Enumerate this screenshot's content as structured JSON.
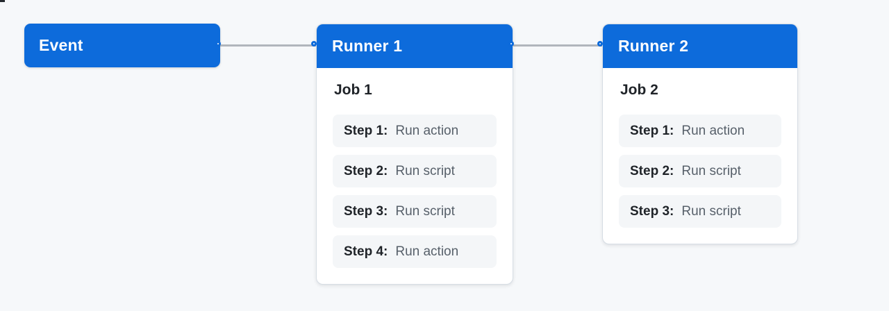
{
  "colors": {
    "accent_blue": "#0d6bdb",
    "connector_gray": "#b1b6bc",
    "page_bg": "#f6f8fa",
    "card_bg": "#ffffff",
    "card_border": "#d6dde4",
    "step_bg": "#f4f6f8",
    "title_text": "#1f2328",
    "step_value_text": "#57606a",
    "header_text": "#ffffff"
  },
  "diagram": {
    "event": {
      "title": "Event"
    },
    "runners": [
      {
        "title": "Runner 1",
        "job": "Job 1",
        "steps": [
          {
            "label": "Step 1:",
            "text": "Run action"
          },
          {
            "label": "Step 2:",
            "text": "Run script"
          },
          {
            "label": "Step 3:",
            "text": "Run script"
          },
          {
            "label": "Step 4:",
            "text": "Run action"
          }
        ]
      },
      {
        "title": "Runner 2",
        "job": "Job 2",
        "steps": [
          {
            "label": "Step 1:",
            "text": "Run action"
          },
          {
            "label": "Step 2:",
            "text": "Run script"
          },
          {
            "label": "Step 3:",
            "text": "Run script"
          }
        ]
      }
    ]
  }
}
